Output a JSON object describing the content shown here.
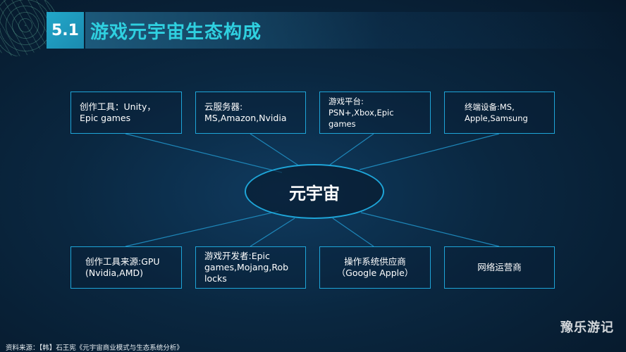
{
  "header": {
    "badge": "5.1",
    "title": "游戏元宇宙生态构成"
  },
  "hub": {
    "label": "元宇宙"
  },
  "top_boxes": [
    {
      "text": "创作工具：Unity，\nEpic games"
    },
    {
      "text": "云服务器:\nMS,Amazon,Nvidia"
    },
    {
      "text": "游戏平台:\nPSN+,Xbox,Epic games"
    },
    {
      "text": "终端设备:MS,\nApple,Samsung"
    }
  ],
  "bottom_boxes": [
    {
      "text": "创作工具来源:GPU\n(Nvidia,AMD)"
    },
    {
      "text": "游戏开发者:Epic\ngames,Mojang,Rob\nlocks"
    },
    {
      "text": "操作系统供应商\n（Google Apple）"
    },
    {
      "text": "网络运营商"
    }
  ],
  "footer": {
    "source": "资料来源：【韩】石王宪《元宇宙商业模式与生态系统分析》",
    "watermark": "豫乐游记"
  },
  "colors": {
    "accent": "#2fd0e0",
    "border": "#1ea5d8",
    "badge": "#22a7c9"
  }
}
